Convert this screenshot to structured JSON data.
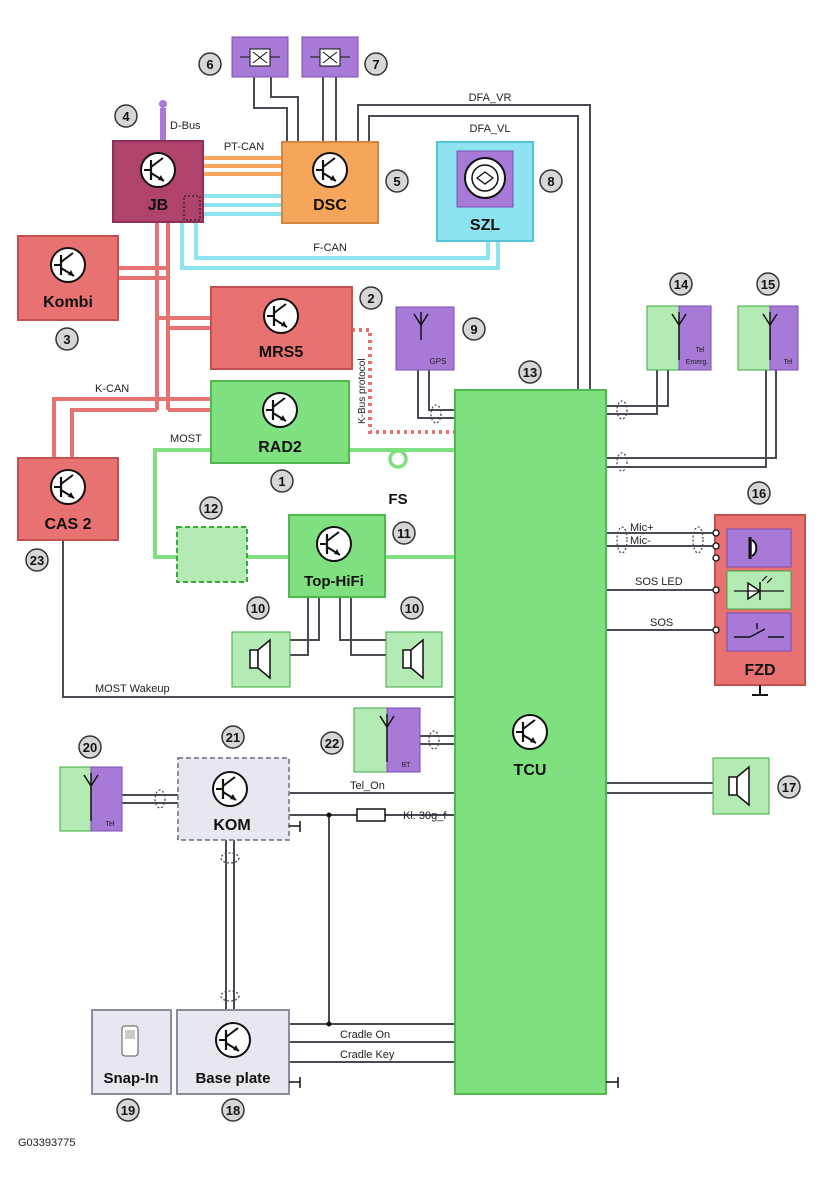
{
  "modules": {
    "jb": "JB",
    "dsc": "DSC",
    "szl": "SZL",
    "kombi": "Kombi",
    "mrs5": "MRS5",
    "rad2": "RAD2",
    "cas2": "CAS 2",
    "tophifi": "Top-HiFi",
    "tcu": "TCU",
    "kom": "KOM",
    "fzd": "FZD",
    "snapin": "Snap-In",
    "baseplate": "Base plate",
    "fs": "FS"
  },
  "antenna_labels": {
    "gps": "GPS",
    "tel_emerg_1": "Tel",
    "tel_emerg_2": "Emerg.",
    "tel": "Tel",
    "bt": "BT",
    "tel_kom": "Tel"
  },
  "bus_labels": {
    "dbus": "D-Bus",
    "ptcan": "PT-CAN",
    "fcan": "F-CAN",
    "kcan": "K-CAN",
    "most": "MOST",
    "kbus": "K-Bus protocol",
    "dfa_vr": "DFA_VR",
    "dfa_vl": "DFA_VL",
    "mic_plus": "Mic+",
    "mic_minus": "Mic-",
    "sos_led": "SOS LED",
    "sos": "SOS",
    "most_wakeup": "MOST Wakeup",
    "tel_on": "Tel_On",
    "kl30": "Kl. 30g_f",
    "cradle_on": "Cradle On",
    "cradle_key": "Cradle Key"
  },
  "numbers": {
    "n1": "1",
    "n2": "2",
    "n3": "3",
    "n4": "4",
    "n5": "5",
    "n6": "6",
    "n7": "7",
    "n8": "8",
    "n9": "9",
    "n10a": "10",
    "n10b": "10",
    "n11": "11",
    "n12": "12",
    "n13": "13",
    "n14": "14",
    "n15": "15",
    "n16": "16",
    "n17": "17",
    "n18": "18",
    "n19": "19",
    "n20": "20",
    "n21": "21",
    "n22": "22",
    "n23": "23"
  },
  "figure_id": "G03393775",
  "colors": {
    "green": "#7ee07e",
    "red": "#e87171",
    "purple": "#a77ad8",
    "orange": "#f5a65b",
    "cyan": "#8de3f0",
    "maroon": "#b0436e",
    "gray": "#e6e7ef",
    "wire": "#4a4a55"
  }
}
